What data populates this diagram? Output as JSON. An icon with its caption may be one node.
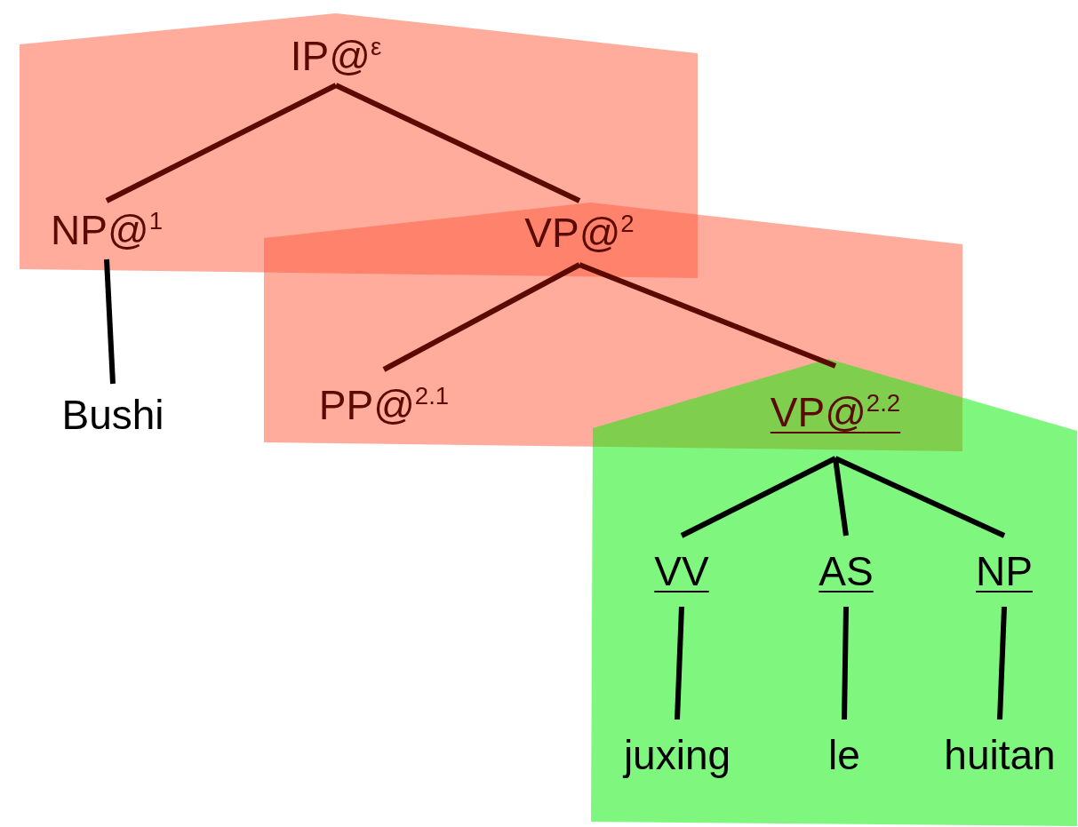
{
  "diagram": {
    "nodes": [
      {
        "text": [
          "IP@$^{ε}$"
        ]
      },
      {
        "text": [
          "NP@$^{1}$"
        ]
      },
      {
        "text": [
          "VP@$^{2}$"
        ]
      },
      {
        "text": [
          "Bushi"
        ]
      },
      {
        "text": [
          "PP@$^{2.1}$"
        ]
      },
      {
        "text": [
          "VP@$^{2.2}$"
        ]
      },
      {
        "text": [
          "VV"
        ]
      },
      {
        "text": [
          "AS"
        ]
      },
      {
        "text": [
          "NP"
        ]
      },
      {
        "text": [
          "juxing"
        ]
      },
      {
        "text": [
          "le"
        ]
      },
      {
        "text": [
          "huitan"
        ]
      }
    ],
    "edges": [
      {
        "from": 0,
        "to": 1,
        "arrow": "none",
        "color": "#5a0a00"
      },
      {
        "from": 0,
        "to": 2,
        "arrow": "none",
        "color": "#5a0a00"
      },
      {
        "from": 1,
        "to": 3,
        "arrow": "none"
      },
      {
        "from": 2,
        "to": 4,
        "arrow": "none",
        "color": "#5a0a00"
      },
      {
        "from": 2,
        "to": 5,
        "arrow": "none",
        "color": "#5a0a00"
      },
      {
        "from": 5,
        "to": 6,
        "arrow": "none"
      },
      {
        "from": 5,
        "to": 7,
        "arrow": "none"
      },
      {
        "from": 5,
        "to": 8,
        "arrow": "none"
      },
      {
        "from": 6,
        "to": 9,
        "arrow": "none"
      },
      {
        "from": 7,
        "to": 10,
        "arrow": "none"
      },
      {
        "from": 8,
        "to": 11,
        "arrow": "none"
      }
    ]
  }
}
